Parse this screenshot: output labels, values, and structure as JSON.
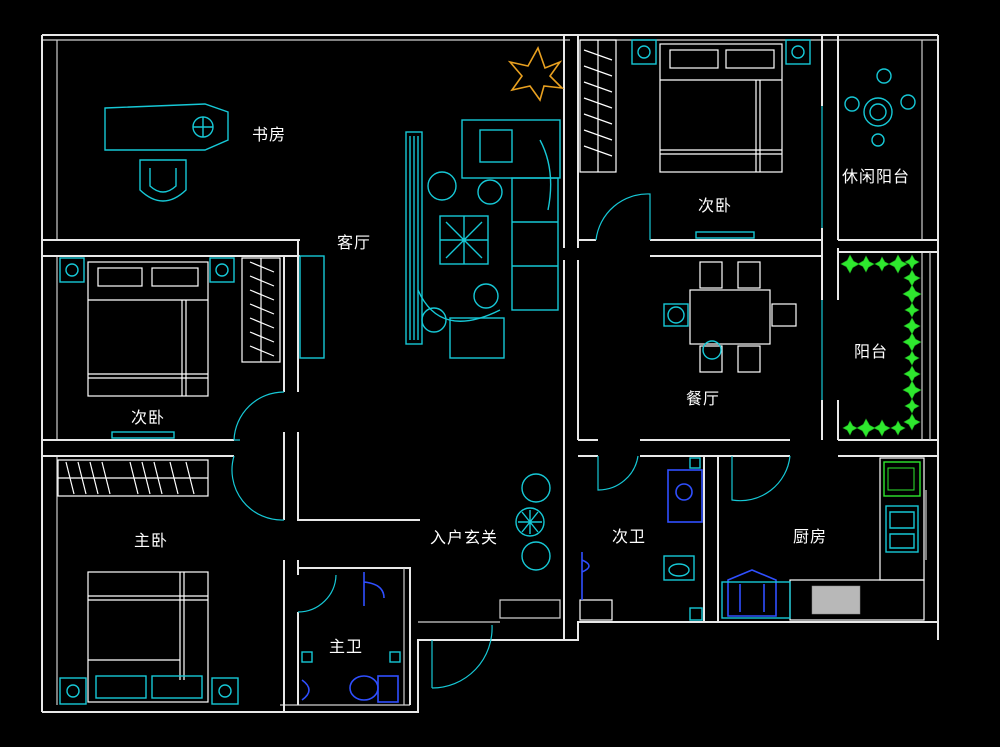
{
  "rooms": {
    "study": "书房",
    "living": "客厅",
    "second_bedroom_left": "次卧",
    "second_bedroom_top": "次卧",
    "leisure_balcony": "休闲阳台",
    "balcony": "阳台",
    "dining": "餐厅",
    "master_bedroom": "主卧",
    "entry_foyer": "入户玄关",
    "second_bathroom": "次卫",
    "kitchen": "厨房",
    "master_bathroom": "主卫"
  },
  "colors": {
    "background": "#000000",
    "walls": "#e8e8e8",
    "furniture": "#16c8d6",
    "plants": "#2ee82e",
    "fixtures_blue": "#2f4fff",
    "ornament": "#e8a020"
  },
  "icons": [
    "bed-icon",
    "desk-icon",
    "chair-icon",
    "sofa-icon",
    "dining-table-icon",
    "toilet-icon",
    "sink-icon",
    "stove-icon",
    "plant-icon",
    "wardrobe-icon",
    "door-swing-icon"
  ]
}
